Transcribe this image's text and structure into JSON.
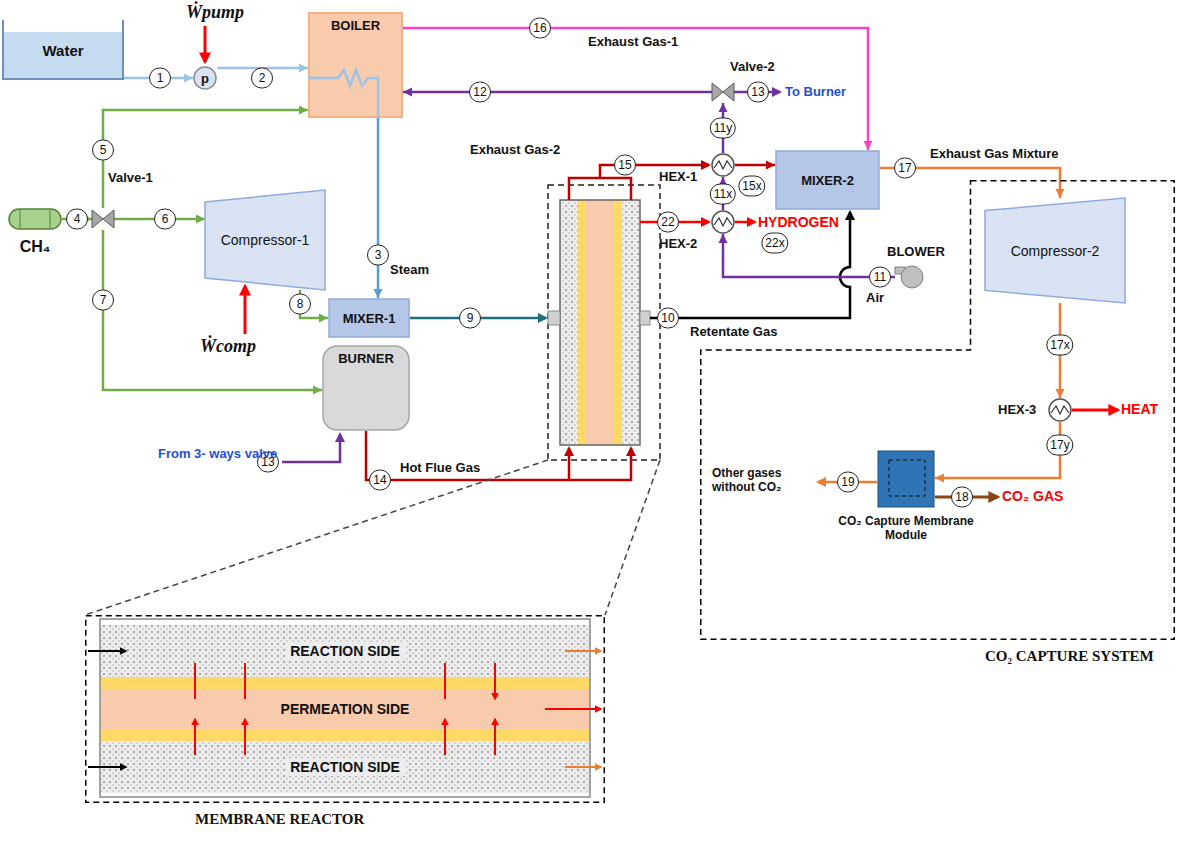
{
  "diagram": {
    "nodes": [
      {
        "text": [
          "Water"
        ]
      },
      {
        "text": [
          "p"
        ]
      },
      {
        "text": [
          "BOILER"
        ]
      },
      {
        "text": [
          "CH₄"
        ]
      },
      {
        "text": [
          "Valve-1"
        ]
      },
      {
        "text": [
          "Compressor-1"
        ]
      },
      {
        "text": [
          "MIXER-1"
        ]
      },
      {
        "text": [
          "BURNER"
        ]
      },
      {
        "text": [
          "Valve-2"
        ]
      },
      {
        "text": [
          "HEX-1"
        ]
      },
      {
        "text": [
          "HEX-2"
        ]
      },
      {
        "text": [
          "BLOWER"
        ]
      },
      {
        "text": [
          "MIXER-2"
        ]
      },
      {
        "text": [
          "CO₂ CAPTURE SYSTEM"
        ]
      },
      {
        "text": [
          "Compressor-2"
        ],
        "in": 13
      },
      {
        "text": [
          "HEX-3"
        ],
        "in": 13
      },
      {
        "text": [
          "CO₂ Capture Membrane Module"
        ],
        "in": 13
      },
      {
        "text": [
          "MEMBRANE REACTOR"
        ]
      },
      {
        "text": [
          "REACTION SIDE"
        ],
        "in": 17
      },
      {
        "text": [
          "PERMEATION SIDE"
        ],
        "in": 17
      },
      {
        "text": [
          "REACTION SIDE"
        ],
        "in": 17
      }
    ],
    "edges": [
      {
        "from": 0,
        "to": 1,
        "arrow": "to"
      },
      {
        "from": 1,
        "to": 2,
        "arrow": "to"
      },
      {
        "from": 3,
        "to": 4,
        "arrow": "to"
      },
      {
        "from": 4,
        "to": 2,
        "arrow": "to"
      },
      {
        "from": 4,
        "to": 5,
        "arrow": "to"
      },
      {
        "from": 4,
        "to": 7,
        "arrow": "to"
      },
      {
        "from": 5,
        "to": 6,
        "arrow": "to"
      },
      {
        "from": 2,
        "to": 6,
        "arrow": "to"
      },
      {
        "from": 2,
        "to": 12,
        "arrow": "to"
      },
      {
        "from": 8,
        "to": 2,
        "arrow": "to"
      },
      {
        "from": 9,
        "to": 8,
        "arrow": "to"
      },
      {
        "from": 10,
        "to": 9,
        "arrow": "to"
      },
      {
        "from": 11,
        "to": 10,
        "arrow": "to"
      },
      {
        "from": 9,
        "to": 12,
        "arrow": "to"
      },
      {
        "from": 12,
        "to": 14,
        "arrow": "to"
      },
      {
        "from": 14,
        "to": 15,
        "arrow": "to"
      },
      {
        "from": 15,
        "to": 16,
        "arrow": "to"
      }
    ],
    "labels": [
      "Ẇpump",
      "1",
      "2",
      "3",
      "4",
      "5",
      "6",
      "7",
      "8",
      "9",
      "10",
      "11",
      "11x",
      "11y",
      "12",
      "13",
      "13",
      "14",
      "15",
      "15x",
      "16",
      "17",
      "17x",
      "17y",
      "18",
      "19",
      "22",
      "22x",
      "Steam",
      "Exhaust Gas-1",
      "Exhaust Gas-2",
      "To Burner",
      "Exhaust Gas Mixture",
      "HYDROGEN",
      "Air",
      "Retentate Gas",
      "Hot Flue Gas",
      "From 3- ways valve",
      "HEAT",
      "Other gases without CO₂",
      "CO₂ GAS",
      "Ẇcomp"
    ]
  }
}
